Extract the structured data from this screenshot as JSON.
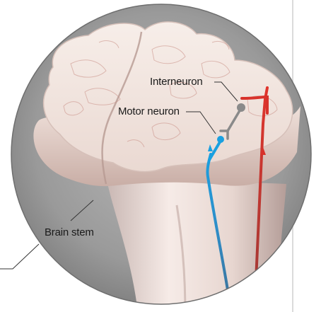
{
  "labels": {
    "interneuron": "Interneuron",
    "motor_neuron": "Motor neuron",
    "brain_stem": "Brain stem"
  },
  "colors": {
    "background": "#ffffff",
    "sidebar_line": "#cfcfcf",
    "tissue": "#f0e2dc",
    "tissue_shadow": "#c9aaa2",
    "lens_background": "#9a9a9a",
    "lens_rim": "#6e6e6e",
    "motor_neuron": "#1aa0e0",
    "sensory_neuron": "#d8322b",
    "interneuron": "#8a8a8a",
    "callout_line": "#333333"
  }
}
